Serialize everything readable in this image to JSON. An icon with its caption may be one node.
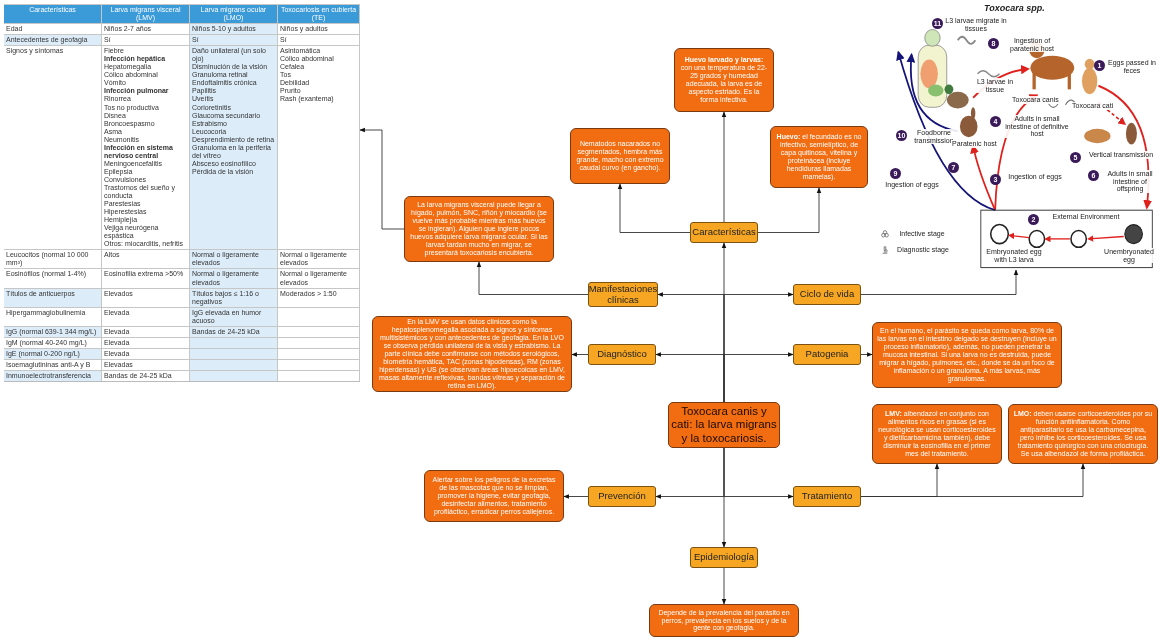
{
  "diagram": {
    "nodes": [
      {
        "text": [],
        "shape": "box"
      },
      {
        "text": [],
        "shape": "picture"
      },
      {
        "text": [
          "**Huevo larvado y larvas:** con una temperatura de 22-25 grados y humedad adecuada, la larva es de aspecto estriado. Es la forma infectiva."
        ]
      },
      {
        "text": [
          "Nematodos nacarados no segmentados, hembra más grande, macho con extremo caudal curvo (en gancho)."
        ]
      },
      {
        "text": [
          "**Huevo:** el fecundado es no infectivo, semielíptico, de capa quitinosa, vitelina y proteinácea (incluye hendiduras llamadas mamelas)."
        ]
      },
      {
        "text": [
          "La larva migrans visceral puede llegar a hígado, pulmón, SNC, riñón y miocardio (se vuelve más probable mientras más huevos se ingieran). Alguien que ingiere pocos huevos adquiere larva migrans ocular. Si las larvas tardan mucho en migrar, se presentará toxocariosis encubierta."
        ]
      },
      {
        "text": [
          "Características"
        ]
      },
      {
        "text": [
          "Manifestaciones clínicas"
        ]
      },
      {
        "text": [
          "Ciclo de vida"
        ]
      },
      {
        "text": [
          "En la LMV se usan datos clínicos como la hepatosplenomegalia asociada a signos y síntomas multisistémicos y con antecedentes de geofagia. En la LVO se observa pérdida unilateral de la vista y estrabismo. La parte clínica debe confirmarse con métodos serológicos, biometría hemática, TAC (zonas hipodensas), RM (zonas hiperdensas) y US (se observan áreas hipoecoicas en LMV, masas altamente reflexivas, bandas vítreas y separación de retina en LMO)."
        ]
      },
      {
        "text": [
          "Diagnóstico"
        ]
      },
      {
        "text": [
          "Patogenia"
        ]
      },
      {
        "text": [
          "En el humano, el parásito se queda como larva, 80% de las larvas en el intestino delgado se destruyen (incluye un proceso inflamatorio), además, no pueden penetrar la mucosa intestinal. Si una larva no es destruida, puede migrar a hígado, pulmones, etc., donde se da un foco de inflamación o un granuloma. A más larvas, más granulomas."
        ]
      },
      {
        "text": [
          "Toxocara canis y cati: la larva migrans y la toxocariosis."
        ]
      },
      {
        "text": [
          "**LMV:** albendazol en conjunto con alimentos ricos en grasas (si es neurológica se usan corticoesteroides y dietilcarbamicina también), debe disminuir la eosinofilia en el primer mes del tratamiento."
        ]
      },
      {
        "text": [
          "**LMO:** deben usarse corticoesteroides por su función antiinflamatoria. Como antiparasitario se usa la carbamecepina, pero inhibe los corticoesteroides. Se usa tratamiento quirúrgico con una criocirugía. Se usa albendazol de forma profiláctica."
        ]
      },
      {
        "text": [
          "Alertar sobre los peligros de la excretas de las mascotas que no se limpian, promover la higiene, evitar geofagia, desinfectar alimentos, tratamiento profiláctico, erradicar perros callejeros."
        ]
      },
      {
        "text": [
          "Prevención"
        ]
      },
      {
        "text": [
          "Tratamiento"
        ]
      },
      {
        "text": [
          "Epidemiología"
        ]
      },
      {
        "text": [
          "Depende de la prevalencia del parásito en perros, prevalencia en los suelos y de la gente con geofagia."
        ]
      }
    ],
    "edges": [
      {
        "from": 13,
        "to": 6,
        "arrow": "to"
      },
      {
        "from": 13,
        "to": 7,
        "arrow": "to"
      },
      {
        "from": 13,
        "to": 8,
        "arrow": "to"
      },
      {
        "from": 13,
        "to": 10,
        "arrow": "to"
      },
      {
        "from": 13,
        "to": 11,
        "arrow": "to"
      },
      {
        "from": 13,
        "to": 17,
        "arrow": "to"
      },
      {
        "from": 13,
        "to": 18,
        "arrow": "to"
      },
      {
        "from": 13,
        "to": 19,
        "arrow": "to"
      },
      {
        "from": 6,
        "to": 2,
        "arrow": "to"
      },
      {
        "from": 6,
        "to": 3,
        "arrow": "to"
      },
      {
        "from": 6,
        "to": 4,
        "arrow": "to"
      },
      {
        "from": 7,
        "to": 5,
        "arrow": "to"
      },
      {
        "from": 5,
        "to": 0,
        "arrow": "to"
      },
      {
        "from": 8,
        "to": 1,
        "arrow": "to"
      },
      {
        "from": 10,
        "to": 9,
        "arrow": "to"
      },
      {
        "from": 11,
        "to": 12,
        "arrow": "to"
      },
      {
        "from": 17,
        "to": 16,
        "arrow": "to"
      },
      {
        "from": 18,
        "to": 14,
        "arrow": "to"
      },
      {
        "from": 18,
        "to": 15,
        "arrow": "to"
      },
      {
        "from": 19,
        "to": 20,
        "arrow": "to"
      }
    ],
    "labels": [
      "Características",
      "Larva migrans visceral (LMV)",
      "Larva migrans ocular (LMO)",
      "Toxocariosis en cubierta (TE)",
      "Edad",
      "Niños 2-7 años",
      "Niños 5-10 y adultos",
      "Niños y adultos",
      "Antecedentes de geofagia",
      "Sí",
      "Sí",
      "Sí",
      "Signos y síntomas",
      "Fiebre",
      "Infección hepática",
      "Hepatomegalia",
      "Cólico abdominal",
      "Vómito",
      "Infección pulmonar",
      "Rinorrea",
      "Tos no productiva",
      "Disnea",
      "Broncoespasmo",
      "Asma",
      "Neumonitis",
      "Infección en sistema nervioso central",
      "Meningoencefalitis",
      "Epilepsia",
      "Convulsiones",
      "Trastornos del sueño y conducta",
      "Parestesias",
      "Hiperestesias",
      "Hemiplejía",
      "Vejiga neurógena espástica",
      "Otros: miocarditis, nefritis",
      "Daño unilateral (un solo ojo)",
      "Disminución de la visión",
      "Granuloma retinal",
      "Endoftalmitis crónica",
      "Papilitis",
      "Uveítis",
      "Corioretinitis",
      "Glaucoma secundario",
      "Estrabismo",
      "Leucocoria",
      "Desprendimiento de retina",
      "Granuloma en la periferia del vítreo",
      "Absceso eosinofílico",
      "Pérdida de la visión",
      "Asintomática",
      "Cólico abdominal",
      "Cefalea",
      "Tos",
      "Debilidad",
      "Prurito",
      "Rash (exantema)",
      "Leucocitos (normal 10 000 mm³)",
      "Altos",
      "Normal o ligeramente elevados",
      "Normal o ligeramente elevados",
      "Eosinófilos (normal 1-4%)",
      "Eosinofilia extrema >50%",
      "Normal o ligeramente elevados",
      "Normal o ligeramente elevados",
      "Títulos de anticuerpos",
      "Elevados",
      "Títulos bajos ≤ 1:16 o negativos",
      "Moderados > 1:50",
      "Hipergammaglobulinemia",
      "Elevada",
      "IgG elevada en humor acuoso",
      "IgG (normal 639-1 344 mg/L)",
      "Elevada",
      "Bandas de 24-25 kDa",
      "IgM (normal 40-240 mg/L)",
      "Elevada",
      "IgE (normal 0-200 ng/L)",
      "Elevada",
      "Isoemaglutininas anti-A y B",
      "Elevadas",
      "Inmunoelectrotransferencia",
      "Bandas de 24-25 kDa",
      "Toxocara spp.",
      "11",
      "L3 larvae migrate in tissues",
      "8",
      "Ingestion of paratenic host",
      "1",
      "Eggs passed in feces",
      "L3 larvae in tissue",
      "Toxocara canis",
      "Toxocara cati",
      "4",
      "Adults in small intestine of definitive host",
      "10",
      "Foodborne transmission",
      "Paratenic host",
      "5",
      "Vertical transmission",
      "7",
      "3",
      "Ingestion of eggs",
      "6",
      "Adults in small intestine of offspring",
      "9",
      "Ingestion of eggs",
      "2",
      "External Environment",
      "Infective stage",
      "Diagnostic stage",
      "Embryonated egg with L3 larva",
      "Unembryonated egg"
    ]
  }
}
